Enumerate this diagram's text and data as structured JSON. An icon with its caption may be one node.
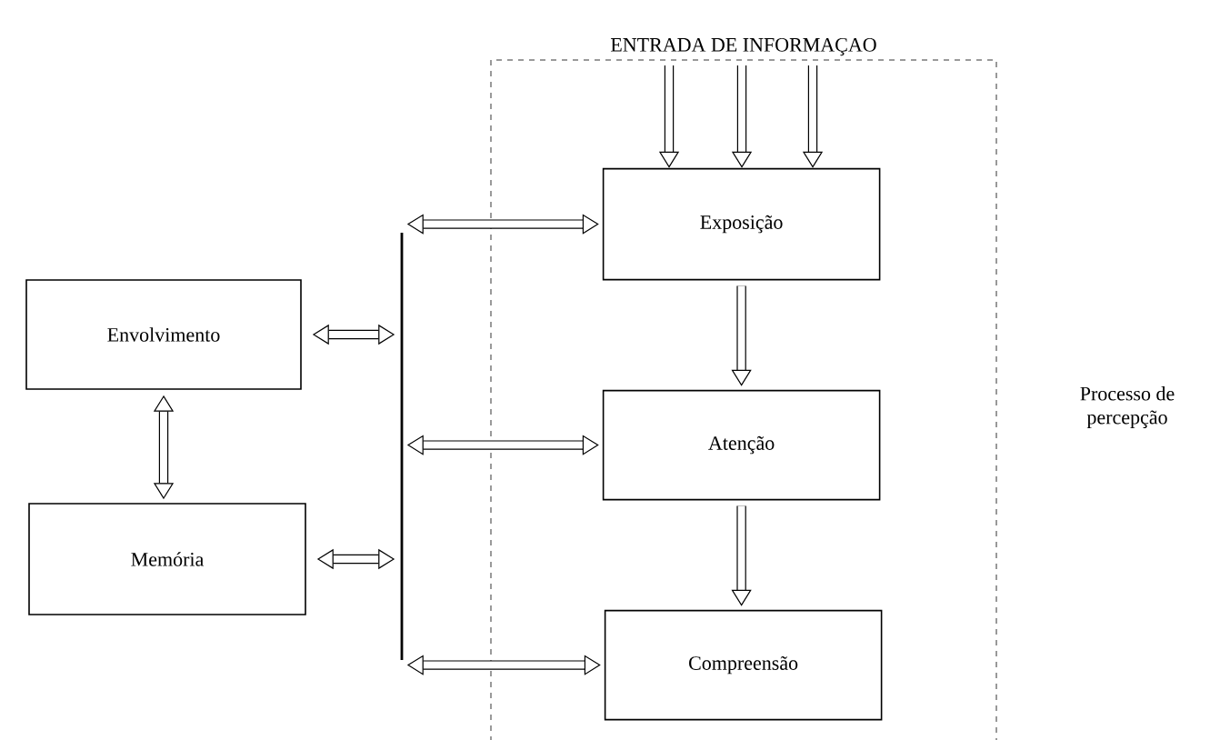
{
  "diagram": {
    "nodes": [
      {
        "text": [
          "ENTRADA DE INFORMAÇAO"
        ]
      },
      {
        "text": [
          "Exposição"
        ],
        "in": 0
      },
      {
        "text": [
          "Atenção"
        ],
        "in": 0
      },
      {
        "text": [
          "Compreensão"
        ],
        "in": 0
      },
      {
        "text": [
          "Envolvimento"
        ]
      },
      {
        "text": [
          "Memória"
        ]
      },
      {
        "text": [],
        "shape": "bar"
      }
    ],
    "edges": [
      {
        "from": null,
        "to": 1,
        "arrow": "to"
      },
      {
        "from": null,
        "to": 1,
        "arrow": "to"
      },
      {
        "from": null,
        "to": 1,
        "arrow": "to"
      },
      {
        "from": 1,
        "to": 2,
        "arrow": "to"
      },
      {
        "from": 2,
        "to": 3,
        "arrow": "to"
      },
      {
        "from": 4,
        "to": 5,
        "arrow": "both"
      },
      {
        "from": 4,
        "to": 6,
        "arrow": "both"
      },
      {
        "from": 5,
        "to": 6,
        "arrow": "both"
      },
      {
        "from": 6,
        "to": 1,
        "arrow": "both"
      },
      {
        "from": 6,
        "to": 2,
        "arrow": "both"
      },
      {
        "from": 6,
        "to": 3,
        "arrow": "both"
      }
    ],
    "labels": [
      "Processo de percepção"
    ]
  }
}
